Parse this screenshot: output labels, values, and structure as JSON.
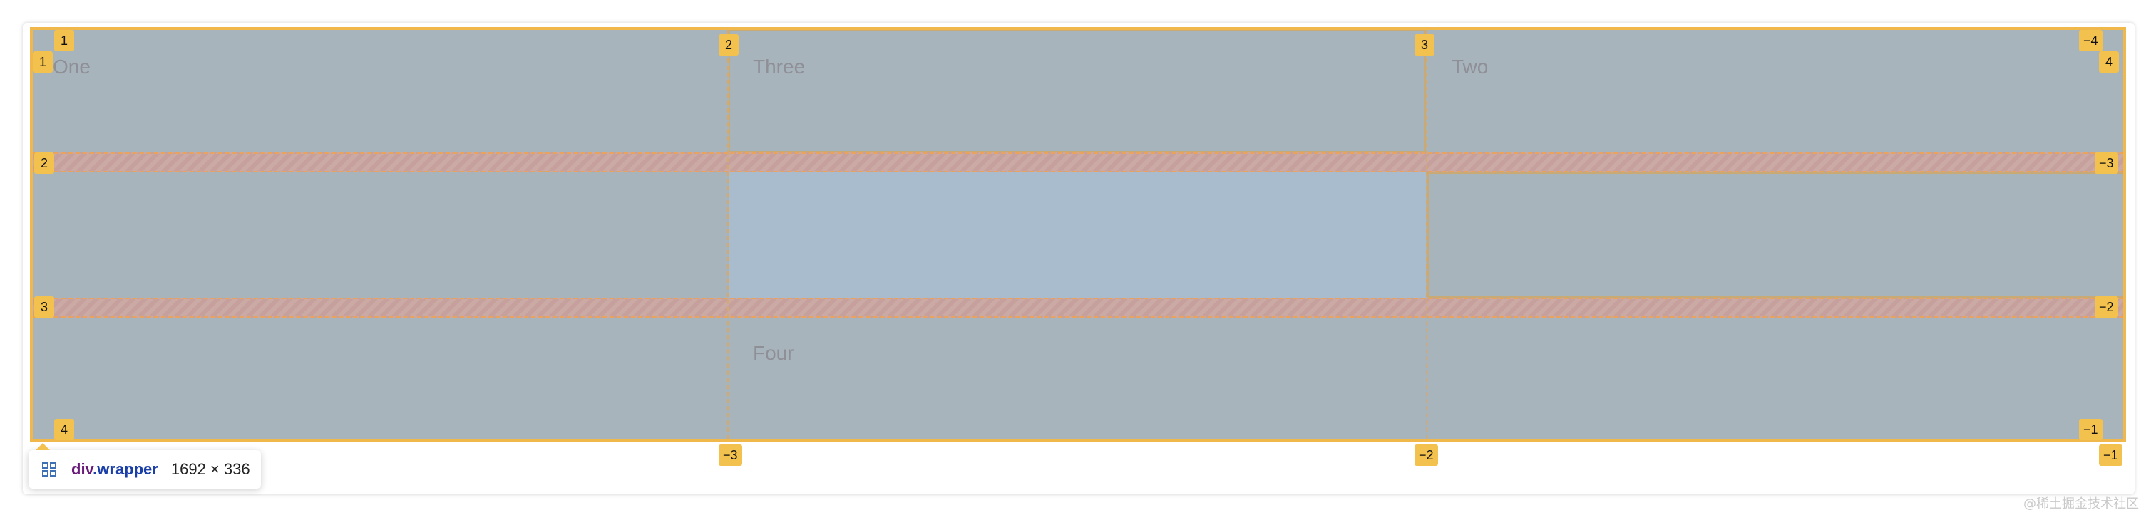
{
  "cells": {
    "one": "One",
    "two": "Two",
    "three": "Three",
    "four": "Four"
  },
  "line_labels": {
    "top_col_1": "1",
    "top_col_2": "2",
    "top_col_3": "3",
    "top_col_neg4": "−4",
    "left_row_1": "1",
    "left_row_2": "2",
    "left_row_3": "3",
    "left_row_4": "4",
    "right_row_4": "4",
    "right_row_neg3": "−3",
    "right_row_neg2": "−2",
    "right_row_neg1": "−1",
    "bottom_col_neg3": "−3",
    "bottom_col_neg2": "−2",
    "bottom_col_neg1": "−1"
  },
  "tooltip": {
    "tag": "div",
    "class_name": ".wrapper",
    "dimensions": "1692 × 336"
  },
  "watermark": "@稀土掘金技术社区",
  "colors": {
    "grid_background": "#a8b4bb",
    "row_gap": "#c6a09c",
    "highlighted_area": "#a9bccd",
    "badge": "#f2c14e",
    "grid_border": "#f0b84a"
  }
}
